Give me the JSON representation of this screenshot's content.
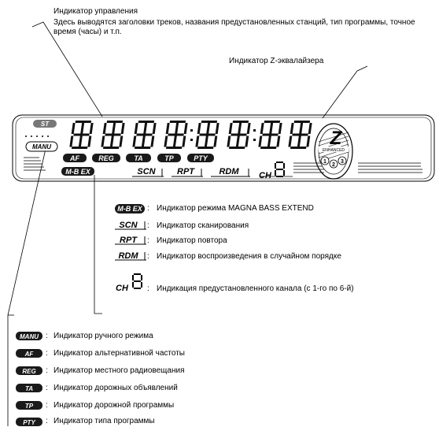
{
  "control_indicator": {
    "title": "Индикатор управления",
    "description": "Здесь выводятся заголовки треков, названия предустановленных станций, тип программы, точное время (часы) и т.п."
  },
  "z_eq_indicator": {
    "label": "Индикатор Z-эквалайзера"
  },
  "display": {
    "st": "ST",
    "manu": "MANU",
    "badges": [
      "AF",
      "REG",
      "TA",
      "TP",
      "PTY"
    ],
    "mbex": "M-B EX",
    "modes": [
      "SCN",
      "RPT",
      "RDM"
    ],
    "ch": "CH",
    "z_letter": "Z",
    "z_brand": "ENHANCED",
    "z_nums": [
      "1",
      "2",
      "3"
    ]
  },
  "legend_upper": [
    {
      "badge": "M-B EX",
      "text": "Индикатор режима MAGNA BASS EXTEND"
    },
    {
      "badge": "SCN",
      "text": "Индикатор сканирования"
    },
    {
      "badge": "RPT",
      "text": "Индикатор повтора"
    },
    {
      "badge": "RDM",
      "text": "Индикатор воспроизведения в случайном порядке"
    },
    {
      "badge": "CH",
      "text": "Индикация предустановленного канала (с 1-го по 6-й)"
    }
  ],
  "legend_lower": [
    {
      "badge": "MANU",
      "text": "Индикатор ручного режима"
    },
    {
      "badge": "AF",
      "text": "Индикатор альтернативной частоты"
    },
    {
      "badge": "REG",
      "text": "Индикатор местного радиовещания"
    },
    {
      "badge": "TA",
      "text": "Индикатор дорожных объявлений"
    },
    {
      "badge": "TP",
      "text": "Индикатор дорожной программы"
    },
    {
      "badge": "PTY",
      "text": "Индикатор типа программы"
    }
  ],
  "colon": ":"
}
